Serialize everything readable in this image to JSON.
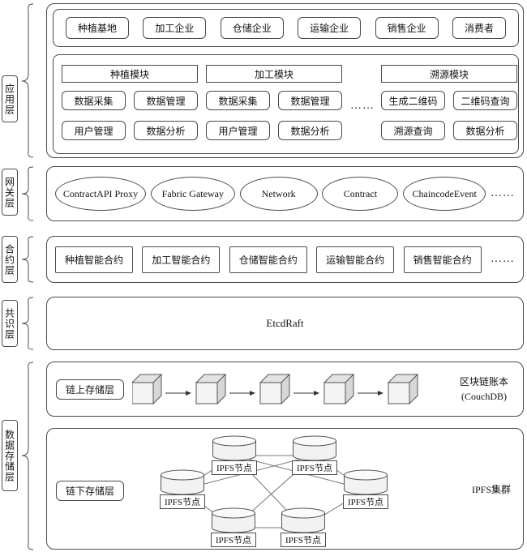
{
  "layers": [
    {
      "id": "application",
      "label": "应用层"
    },
    {
      "id": "gateway",
      "label": "网关层"
    },
    {
      "id": "contract",
      "label": "合约层"
    },
    {
      "id": "consensus",
      "label": "共识层"
    },
    {
      "id": "storage",
      "label": "数据存储层"
    }
  ],
  "application": {
    "actors": [
      "种植基地",
      "加工企业",
      "仓储企业",
      "运输企业",
      "销售企业",
      "消费者"
    ],
    "modules": [
      {
        "title": "种植模块",
        "items": [
          "数据采集",
          "数据管理",
          "用户管理",
          "数据分析"
        ]
      },
      {
        "title": "加工模块",
        "items": [
          "数据采集",
          "数据管理",
          "用户管理",
          "数据分析"
        ]
      },
      {
        "title": "溯源模块",
        "items": [
          "生成二维码",
          "二维码查询",
          "溯源查询",
          "数据分析"
        ]
      }
    ],
    "ellipsis": "……"
  },
  "gateway": {
    "nodes": [
      "ContractAPI Proxy",
      "Fabric Gateway",
      "Network",
      "Contract",
      "ChaincodeEvent"
    ],
    "ellipsis": "……"
  },
  "contract": {
    "nodes": [
      "种植智能合约",
      "加工智能合约",
      "仓储智能合约",
      "运输智能合约",
      "销售智能合约"
    ],
    "ellipsis": "……"
  },
  "consensus": {
    "label": "EtcdRaft"
  },
  "storage": {
    "onchain": {
      "label": "链上存储层",
      "caption_title": "区块链账本",
      "caption_sub": "(CouchDB)",
      "block_count": 5
    },
    "offchain": {
      "label": "链下存储层",
      "node_label": "IPFS节点",
      "caption": "IPFS集群",
      "node_count": 6
    }
  },
  "colors": {
    "border": "#4a4a4a",
    "mesh_line": "#777777",
    "cube_fill": "#ededed",
    "background": "#ffffff"
  }
}
